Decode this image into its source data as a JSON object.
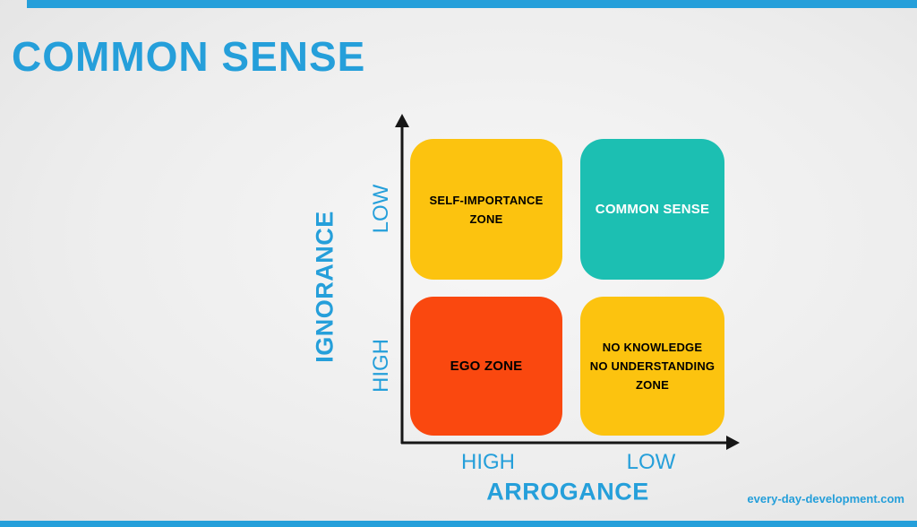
{
  "slide": {
    "title": "COMMON SENSE",
    "footer_link": "every-day-development.com"
  },
  "colors": {
    "accent_blue": "#259FDA",
    "yellow": "#FCC30F",
    "teal": "#1CBFB2",
    "red": "#FA480F",
    "axis_black": "#161616",
    "quad_text_dark": "#000000",
    "quad_text_light": "#FFFFFF"
  },
  "matrix": {
    "y_axis": {
      "label": "IGNORANCE",
      "ticks": {
        "top": "LOW",
        "bottom": "HIGH"
      }
    },
    "x_axis": {
      "label": "ARROGANCE",
      "ticks": {
        "left": "HIGH",
        "right": "LOW"
      }
    },
    "quadrants": {
      "top_left": {
        "lines": [
          "SELF-IMPORTANCE",
          "ZONE"
        ],
        "bg": "#FCC30F",
        "fg": "#000000"
      },
      "top_right": {
        "lines": [
          "COMMON SENSE"
        ],
        "bg": "#1CBFB2",
        "fg": "#FFFFFF"
      },
      "bottom_left": {
        "lines": [
          "EGO ZONE"
        ],
        "bg": "#FA480F",
        "fg": "#000000"
      },
      "bottom_right": {
        "lines": [
          "NO KNOWLEDGE",
          "NO UNDERSTANDING",
          "ZONE"
        ],
        "bg": "#FCC30F",
        "fg": "#000000"
      }
    }
  }
}
